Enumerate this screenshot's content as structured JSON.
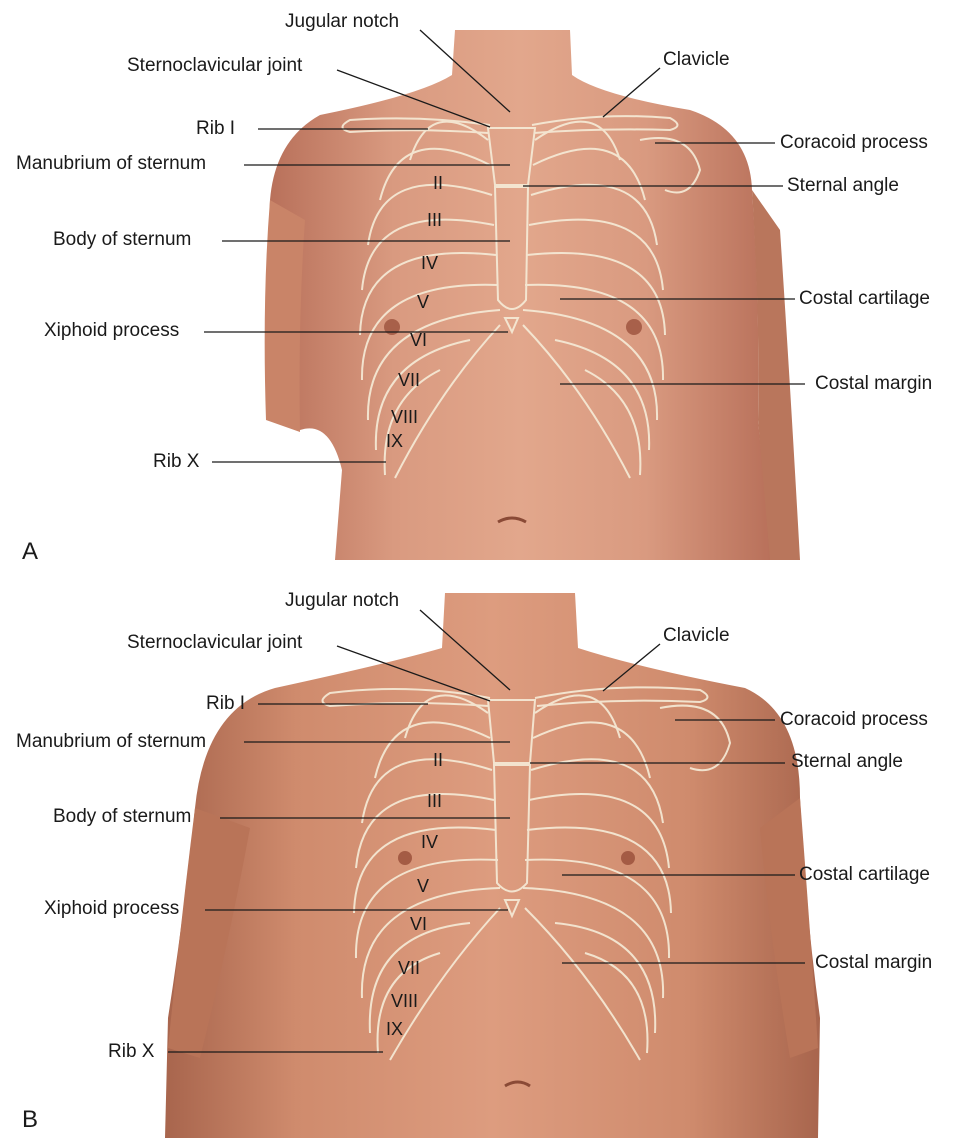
{
  "figure": {
    "panels": [
      {
        "letter": "A",
        "labels": {
          "jugular_notch": "Jugular notch",
          "sternoclavicular_joint": "Sternoclavicular joint",
          "clavicle": "Clavicle",
          "rib_1": "Rib I",
          "coracoid_process": "Coracoid process",
          "manubrium": "Manubrium of sternum",
          "sternal_angle": "Sternal angle",
          "body_of_sternum": "Body of sternum",
          "costal_cartilage": "Costal cartilage",
          "xiphoid_process": "Xiphoid process",
          "costal_margin": "Costal margin",
          "rib_10": "Rib X"
        },
        "rib_numerals": [
          "II",
          "III",
          "IV",
          "V",
          "VI",
          "VII",
          "VIII",
          "IX"
        ]
      },
      {
        "letter": "B",
        "labels": {
          "jugular_notch": "Jugular notch",
          "sternoclavicular_joint": "Sternoclavicular joint",
          "clavicle": "Clavicle",
          "rib_1": "Rib I",
          "coracoid_process": "Coracoid process",
          "manubrium": "Manubrium of sternum",
          "sternal_angle": "Sternal angle",
          "body_of_sternum": "Body of sternum",
          "costal_cartilage": "Costal cartilage",
          "xiphoid_process": "Xiphoid process",
          "costal_margin": "Costal margin",
          "rib_10": "Rib X"
        },
        "rib_numerals": [
          "II",
          "III",
          "IV",
          "V",
          "VI",
          "VII",
          "VIII",
          "IX"
        ]
      }
    ],
    "colors": {
      "skin_light": "#e0a085",
      "skin_mid": "#cf8a6d",
      "skin_dark": "#b56e52",
      "bone_outline": "#f6ecd8",
      "leader_line": "#1a1a1a"
    }
  }
}
